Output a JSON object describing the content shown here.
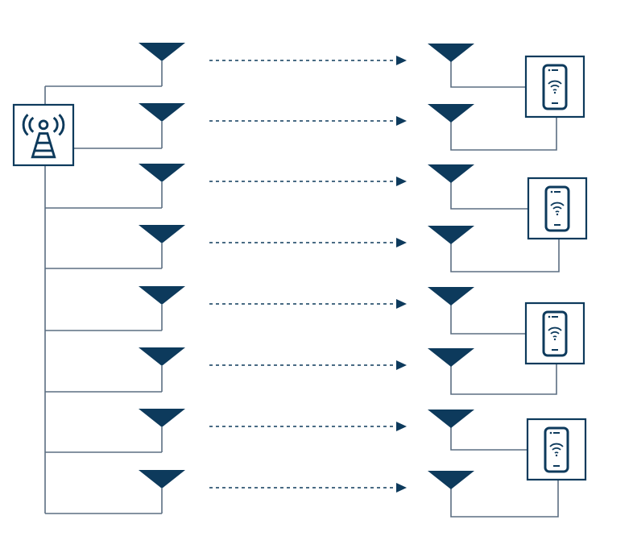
{
  "diagram": {
    "description_free": true,
    "base_station": {
      "icon": "cell-tower-icon"
    },
    "tx_antenna_count": 8,
    "rx_antenna_count": 8,
    "device_count": 4,
    "antennas_per_device": 2,
    "device_icon": "smartphone-icon",
    "link_style": "dashed-arrow",
    "colors": {
      "dark": "#0d3a5c",
      "line": "#5b6e82",
      "background": "#ffffff"
    }
  }
}
